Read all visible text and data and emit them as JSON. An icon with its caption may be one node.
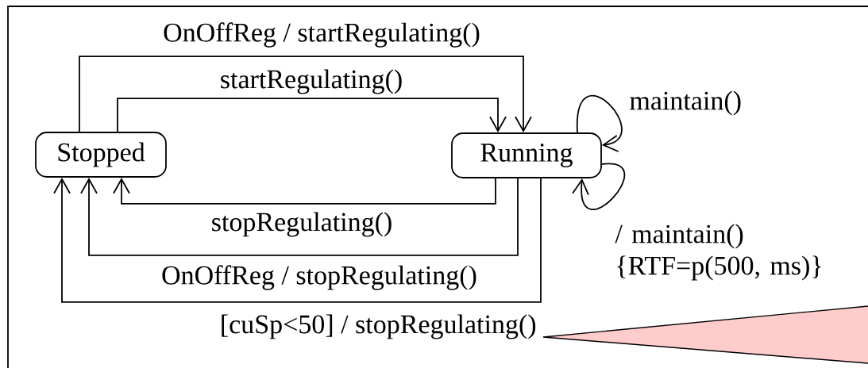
{
  "diagram": {
    "nodes": [
      {
        "text": [
          "Stopped"
        ]
      },
      {
        "text": [
          "Running"
        ]
      }
    ],
    "edges": [
      {
        "from": 0,
        "to": 1,
        "arrow": "to",
        "label": "OnOffReg / startRegulating()"
      },
      {
        "from": 0,
        "to": 1,
        "arrow": "to",
        "label": "startRegulating()"
      },
      {
        "from": 1,
        "to": 1,
        "arrow": "to",
        "label": "maintain()"
      },
      {
        "from": 1,
        "to": 1,
        "arrow": "to",
        "label": "/ maintain() {RTF=p(500, ms)}"
      },
      {
        "from": 1,
        "to": 0,
        "arrow": "to",
        "label": "stopRegulating()"
      },
      {
        "from": 1,
        "to": 0,
        "arrow": "to",
        "label": "OnOffReg / stopRegulating()"
      },
      {
        "from": 1,
        "to": 0,
        "arrow": "to",
        "label": "[cuSp<50] / stopRegulating()"
      }
    ]
  }
}
